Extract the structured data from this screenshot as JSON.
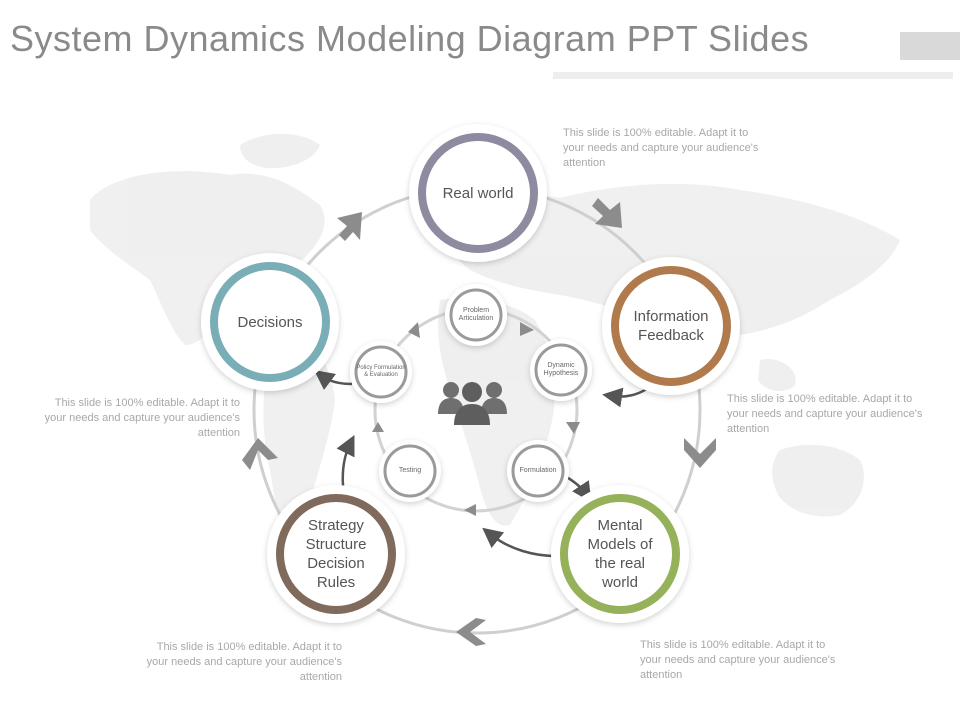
{
  "slide": {
    "title": "System Dynamics Modeling Diagram PPT Slides"
  },
  "outer_nodes": [
    {
      "id": "real-world",
      "label": "Real world",
      "color": "#8e8a9f"
    },
    {
      "id": "information-feedback",
      "label": "Information\nFeedback",
      "color": "#b07a4c"
    },
    {
      "id": "mental-models",
      "label": "Mental\nModels of\nthe real\nworld",
      "color": "#95b15a"
    },
    {
      "id": "strategy-structure",
      "label": "Strategy\nStructure\nDecision\nRules",
      "color": "#7f6a5c"
    },
    {
      "id": "decisions",
      "label": "Decisions",
      "color": "#79aeb7"
    }
  ],
  "inner_nodes": [
    {
      "id": "problem-articulation",
      "label": "Problem\nArticulation"
    },
    {
      "id": "dynamic-hypothesis",
      "label": "Dynamic\nHypothesis"
    },
    {
      "id": "formulation",
      "label": "Formulation"
    },
    {
      "id": "testing",
      "label": "Testing"
    },
    {
      "id": "policy-formulation",
      "label": "Policy Formulation\n& Evaluation"
    }
  ],
  "notes": [
    {
      "id": "top-right",
      "text": "This slide is 100% editable. Adapt it to\nyour needs and capture your audience's\nattention"
    },
    {
      "id": "left",
      "text": "This slide is 100% editable. Adapt it to\nyour needs and capture your audience's\nattention"
    },
    {
      "id": "right",
      "text": "This slide is 100% editable. Adapt it to\nyour needs and capture your audience's\nattention"
    },
    {
      "id": "bottom-left",
      "text": "This slide is 100% editable. Adapt it to\nyour needs and capture your audience's\nattention"
    },
    {
      "id": "bottom-right",
      "text": "This slide is 100% editable. Adapt it to\nyour needs and capture your audience's\nattention"
    }
  ],
  "icons": {
    "center": "people-group-icon",
    "background": "world-map-icon"
  }
}
